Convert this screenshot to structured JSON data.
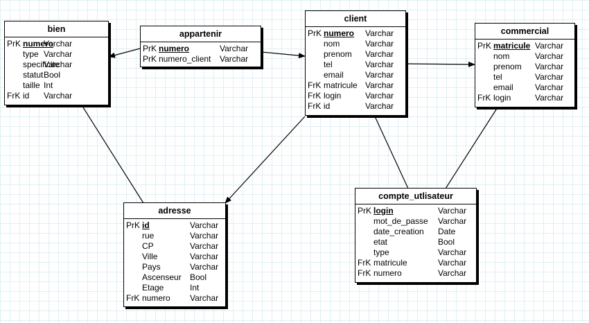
{
  "entities": {
    "bien": {
      "title": "bien",
      "rows": [
        {
          "key": "PrK",
          "name": "numero",
          "type": "Varchar"
        },
        {
          "key": "",
          "name": "type",
          "type": "Varchar"
        },
        {
          "key": "",
          "name": "specificite",
          "type": "Varchar"
        },
        {
          "key": "",
          "name": "statut",
          "type": "Bool"
        },
        {
          "key": "",
          "name": "taille",
          "type": "Int"
        },
        {
          "key": "FrK",
          "name": "id",
          "type": "Varchar"
        }
      ]
    },
    "appartenir": {
      "title": "appartenir",
      "rows": [
        {
          "key": "PrK",
          "name": "numero",
          "type": "Varchar"
        },
        {
          "key": "PrK",
          "name": "numero_client",
          "type": "Varchar"
        }
      ]
    },
    "client": {
      "title": "client",
      "rows": [
        {
          "key": "PrK",
          "name": "numero",
          "type": "Varchar"
        },
        {
          "key": "",
          "name": "nom",
          "type": "Varchar"
        },
        {
          "key": "",
          "name": "prenom",
          "type": "Varchar"
        },
        {
          "key": "",
          "name": "tel",
          "type": "Varchar"
        },
        {
          "key": "",
          "name": "email",
          "type": "Varchar"
        },
        {
          "key": "FrK",
          "name": "matricule",
          "type": "Varchar"
        },
        {
          "key": "FrK",
          "name": "login",
          "type": "Varchar"
        },
        {
          "key": "FrK",
          "name": "id",
          "type": "Varchar"
        }
      ]
    },
    "commercial": {
      "title": "commercial",
      "rows": [
        {
          "key": "PrK",
          "name": "matricule",
          "type": "Varchar"
        },
        {
          "key": "",
          "name": "nom",
          "type": "Varchar"
        },
        {
          "key": "",
          "name": "prenom",
          "type": "Varchar"
        },
        {
          "key": "",
          "name": "tel",
          "type": "Varchar"
        },
        {
          "key": "",
          "name": "email",
          "type": "Varchar"
        },
        {
          "key": "FrK",
          "name": "login",
          "type": "Varchar"
        }
      ]
    },
    "adresse": {
      "title": "adresse",
      "rows": [
        {
          "key": "PrK",
          "name": "id",
          "type": "Varchar"
        },
        {
          "key": "",
          "name": "rue",
          "type": "Varchar"
        },
        {
          "key": "",
          "name": "CP",
          "type": "Varchar"
        },
        {
          "key": "",
          "name": "Ville",
          "type": "Varchar"
        },
        {
          "key": "",
          "name": "Pays",
          "type": "Varchar"
        },
        {
          "key": "",
          "name": "Ascenseur",
          "type": "Bool"
        },
        {
          "key": "",
          "name": "Etage",
          "type": "Int"
        },
        {
          "key": "FrK",
          "name": "numero",
          "type": "Varchar"
        }
      ]
    },
    "compte_utilisateur": {
      "title": "compte_utlisateur",
      "rows": [
        {
          "key": "PrK",
          "name": "login",
          "type": "Varchar"
        },
        {
          "key": "",
          "name": "mot_de_passe",
          "type": "Varchar"
        },
        {
          "key": "",
          "name": "date_creation",
          "type": "Date"
        },
        {
          "key": "",
          "name": "etat",
          "type": "Bool"
        },
        {
          "key": "",
          "name": "type",
          "type": "Varchar"
        },
        {
          "key": "FrK",
          "name": "matricule",
          "type": "Varchar"
        },
        {
          "key": "FrK",
          "name": "numero",
          "type": "Varchar"
        }
      ]
    }
  }
}
